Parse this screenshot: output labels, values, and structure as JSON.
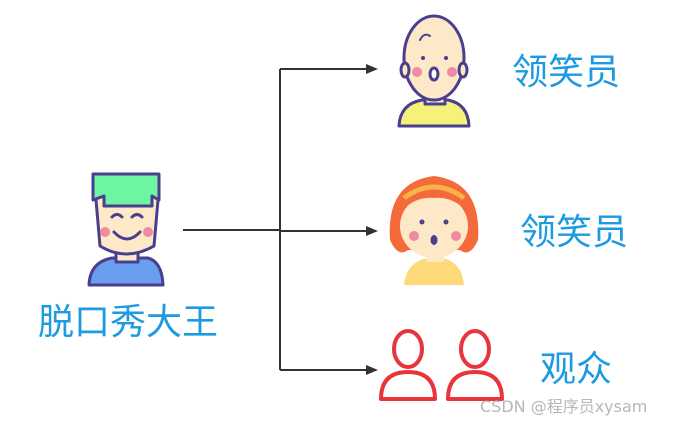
{
  "source": {
    "label": "脱口秀大王",
    "icon": "comedian-avatar-icon"
  },
  "targets": [
    {
      "label": "领笑员",
      "icon": "bald-man-avatar-icon"
    },
    {
      "label": "领笑员",
      "icon": "red-hair-woman-avatar-icon"
    },
    {
      "label": "观众",
      "icon": "audience-people-icon"
    }
  ],
  "watermark": "CSDN @程序员xysam",
  "colors": {
    "label": "#1e9be0",
    "arrow": "#333333",
    "outline": "#4a3f8f",
    "audience": "#e8343a"
  }
}
